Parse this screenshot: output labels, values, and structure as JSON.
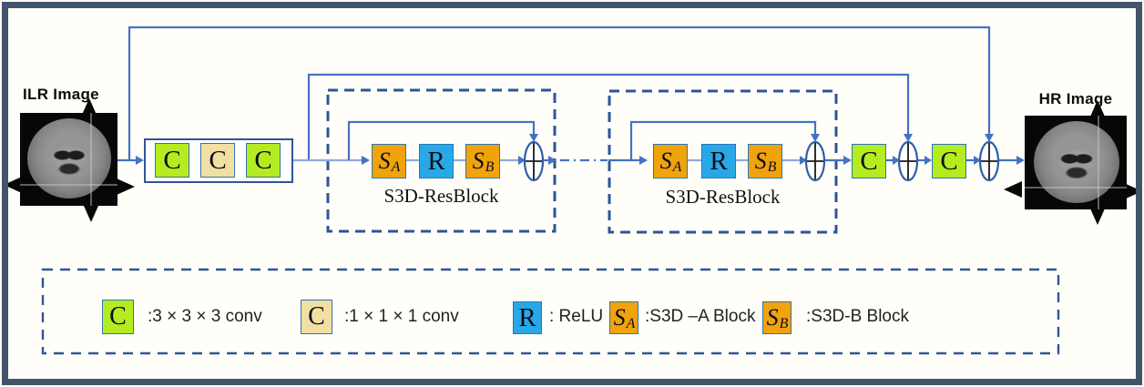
{
  "figure": {
    "input_label": "ILR Image",
    "output_label": "HR Image",
    "head_convs": [
      {
        "letter": "C",
        "kind": "3x3x3 conv"
      },
      {
        "letter": "C",
        "kind": "1x1x1 conv"
      },
      {
        "letter": "C",
        "kind": "3x3x3 conv"
      }
    ],
    "resblocks": [
      {
        "label": "S3D-ResBlock",
        "sa": "S",
        "sa_sub": "A",
        "relu": "R",
        "sb": "S",
        "sb_sub": "B"
      },
      {
        "label": "S3D-ResBlock",
        "sa": "S",
        "sa_sub": "A",
        "relu": "R",
        "sb": "S",
        "sb_sub": "B"
      }
    ],
    "tail_convs": [
      {
        "letter": "C",
        "kind": "3x3x3 conv"
      },
      {
        "letter": "C",
        "kind": "3x3x3 conv"
      }
    ]
  },
  "legend": {
    "items": [
      {
        "symbol": "C",
        "sub": "",
        "desc": ":3 × 3 × 3 conv"
      },
      {
        "symbol": "C",
        "sub": "",
        "desc": ":1 × 1 × 1 conv"
      },
      {
        "symbol": "R",
        "sub": "",
        "desc": ": ReLU"
      },
      {
        "symbol": "S",
        "sub": "A",
        "desc": ":S3D –A Block"
      },
      {
        "symbol": "S",
        "sub": "B",
        "desc": ":S3D-B Block"
      }
    ]
  },
  "icons": {
    "sum_node": "plus-in-ellipse",
    "arrowhead": "solid-triangle",
    "ellipsis_connector": "dash-dot-line"
  },
  "colors": {
    "conv3_green": "#B5EC1F",
    "conv1_tan": "#F2DFA3",
    "relu_blue": "#29A8E8",
    "s3d_orange": "#F0A30A",
    "wire_blue": "#4472C4",
    "wire_light_blue": "#8FAADC",
    "dashed_border_blue": "#2F5597",
    "frame_slate": "#44546A"
  }
}
